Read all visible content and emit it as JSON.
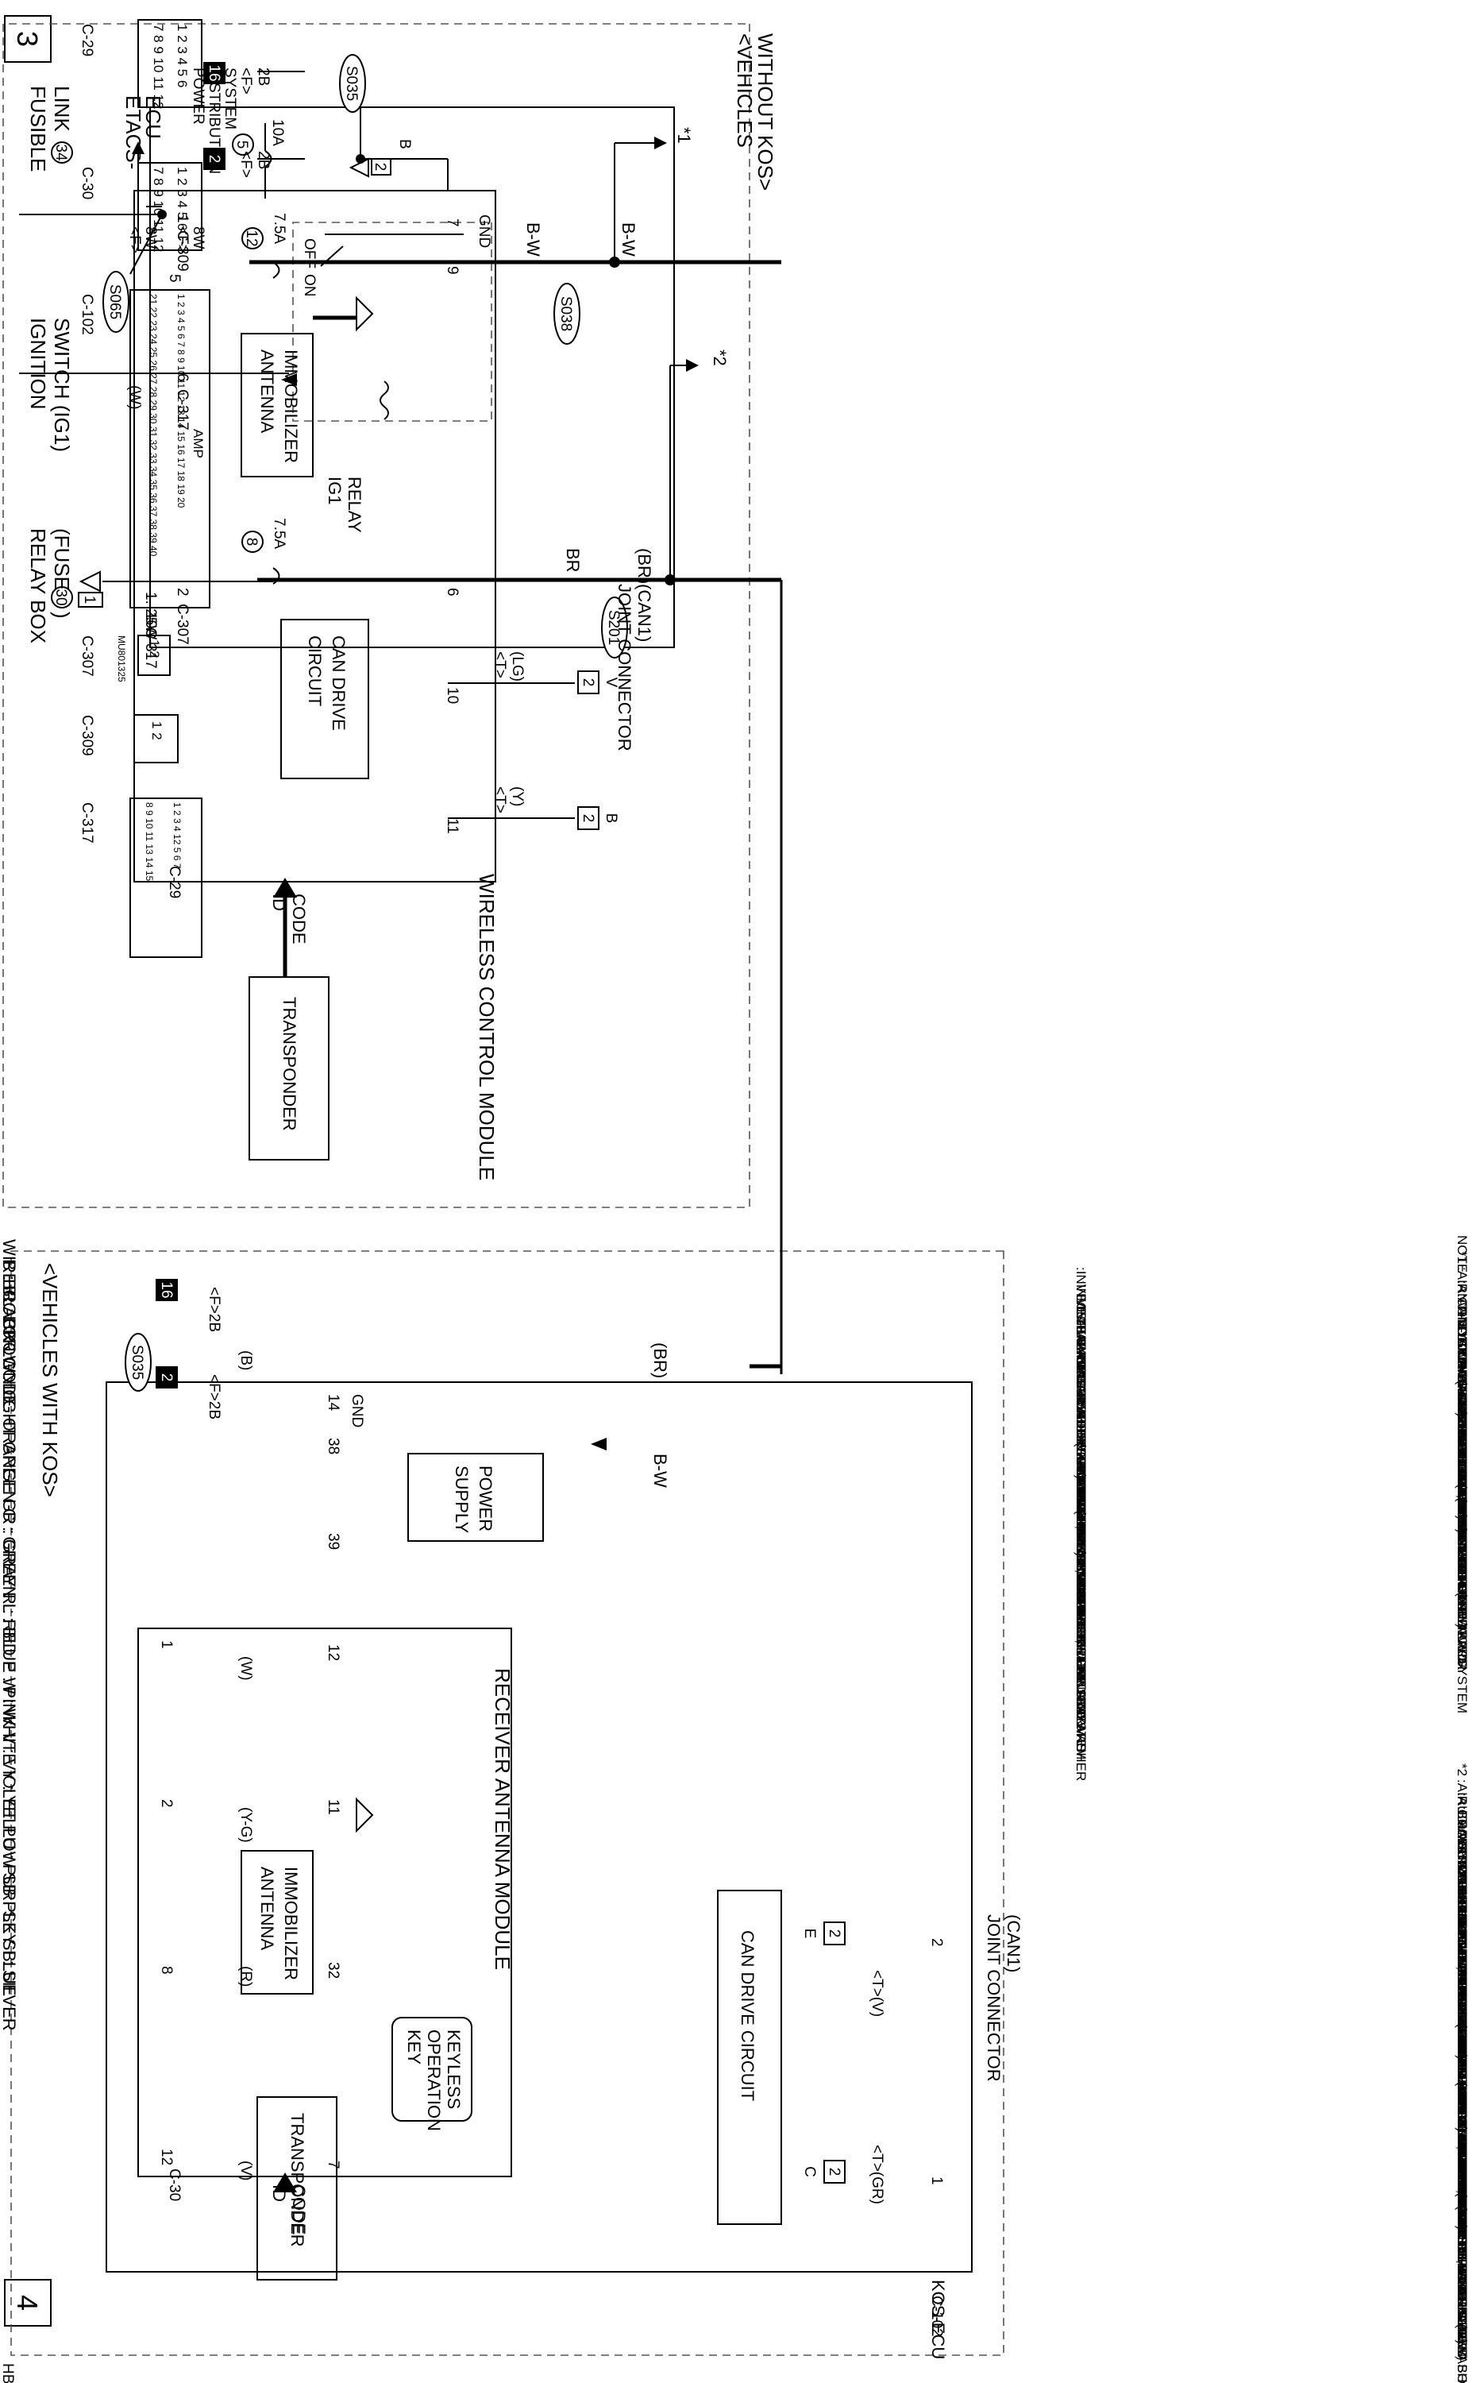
{
  "page_numbers": {
    "left": "3",
    "right": "4"
  },
  "figure_code": "HBG15M08BC",
  "ecu": {
    "name_1": "ETACS-",
    "name_2": "ECU"
  },
  "power_dist": {
    "l1": "POWER",
    "l2": "DISTRIBUTION",
    "l3": "SYSTEM"
  },
  "sources": {
    "fusible_link": {
      "l1": "FUSIBLE",
      "l2": "LINK",
      "num": "34"
    },
    "ignition_switch": {
      "l1": "IGNITION",
      "l2": "SWITCH (IG1)"
    },
    "relay_box": {
      "l1": "RELAY BOX",
      "l2": "(FUSE",
      "num": "30",
      "l2_end": ")"
    }
  },
  "fuses": {
    "f5": "5",
    "f5_amp": "10A",
    "f12": "12",
    "f12_amp": "7.5A",
    "f8": "8",
    "f8_amp": "7.5A"
  },
  "relay": {
    "off": "OFF",
    "on": "ON",
    "l1": "IG1",
    "l2": "RELAY"
  },
  "connectors": {
    "c309": "C-309",
    "c317": "C-317",
    "c307": "C-307",
    "c29": "C-29",
    "c30": "C-30",
    "c102": "C-102",
    "c307_mfr": "MU801325",
    "amp": "AMP"
  },
  "pins": {
    "p1": "1",
    "p6": "6",
    "p2": "2",
    "p5": "5",
    "p10": "10",
    "p7": "7",
    "p9": "9",
    "p11": "11",
    "p12": "12",
    "p14": "14",
    "p38": "38",
    "p39": "39",
    "p32": "32",
    "p8": "8"
  },
  "wires": {
    "fw8": "<F>",
    "w8": "8W",
    "fw8b": "<F>",
    "w8b": "8W",
    "w": "(W)",
    "w125": "1. 25W",
    "bw": "B-W",
    "br": "BR",
    "br_p": "(BR)",
    "b": "B",
    "b_p": "(B)",
    "f2b": "<F>",
    "v2b": "2B",
    "f2b_a": "<F>2B",
    "f2b_b": "<F>2B",
    "t_lg": "<T>",
    "lg": "(LG)",
    "t_y": "<T>",
    "y": "(Y)",
    "t_v": "<T>(V)",
    "t_gr": "<T>(GR)",
    "w_p": "(W)",
    "yg_p": "(Y-G)",
    "r_p": "(R)",
    "v_p": "(V)"
  },
  "splices": {
    "s065": "S065",
    "s038": "S038",
    "s201": "S201",
    "s035a": "S035",
    "s035b": "S035"
  },
  "grounds": {
    "g16a": "16",
    "g2a": "2",
    "g16b": "16",
    "g2b": "2",
    "gnd": "GND",
    "gnd2": "GND"
  },
  "markers": {
    "star1": "*1",
    "star2": "*2"
  },
  "joint_labels": {
    "j1": "1",
    "j2": "2",
    "ja": "2",
    "jb": "2",
    "jv": "V",
    "jb2": "B",
    "jc": "2",
    "jd": "2",
    "je": "E",
    "jf": "C"
  },
  "top_section": {
    "vehicles_without": {
      "l1": "<VEHICLES",
      "l2": "WITHOUT KOS>"
    },
    "module": "WIRELESS CONTROL MODULE",
    "immobilizer": {
      "l1": "IMMOBILIZER",
      "l2": "ANTENNA"
    },
    "can_drive": {
      "l1": "CAN DRIVE",
      "l2": "CIRCUIT"
    },
    "joint_connector": {
      "l1": "JOINT CONNECTOR",
      "l2": "(CAN1)"
    },
    "id_code": {
      "l1": "ID",
      "l2": "CODE"
    },
    "transponder": "TRANSPONDER"
  },
  "bottom_section": {
    "vehicles_with": "<VEHICLES WITH KOS>",
    "kos_ecu": "KOS-ECU",
    "power_supply": {
      "l1": "POWER",
      "l2": "SUPPLY"
    },
    "can_drive": "CAN DRIVE CIRCUIT",
    "joint_connector": {
      "l1": "JOINT CONNECTOR",
      "l2": "(CAN1)"
    },
    "receiver": "RECEIVER ANTENNA MODULE",
    "immobilizer": {
      "l1": "IMMOBILIZER",
      "l2": "ANTENNA"
    },
    "id_code": {
      "l1": "ID",
      "l2": "CODE"
    },
    "transponder": "TRANSPONDER",
    "keyless": {
      "l1": "KEYLESS",
      "l2": "OPERATION",
      "l3": "KEY"
    }
  },
  "connector_tables": {
    "c29_rows": [
      "1 2 3 4 5 6",
      "7 8 9 10 11 12"
    ],
    "c30_rows": [
      "1 2 3 4 5 6",
      "7 8 9 10 11 12"
    ],
    "c102_rows": [
      "1 2 3 4 5 6 7 8 9 10 11 12 13 14 15 16 17 18 19 20",
      "21 22 23 24 25 26 27 28 29 30 31 32 33 34 35 36 37 38 39 40"
    ],
    "c307_rows": [
      "1 2"
    ],
    "c309_rows": [
      "1 2"
    ],
    "c317_rows": [
      "1 2 3 4   12   5 6 7",
      "8 9 10 11        13 14 15"
    ]
  },
  "notes": {
    "title": "NOTE",
    "star1": "*1",
    "list1_col1": [
      ":AIR CONDITIONING SYSTEM",
      ":ANTI-LOCK BRAKING SYSTEM (ABS)",
      ":ANTI-LOCK BRAKING SYSTEM (ABS)",
      " AND ACTIVE STABILITY CONTROL",
      " SYSTEM (ASC)",
      ":BRAKE WARNING LIGHT, FUEL",
      " WARNING LIGHT AND OIL PRESSURE",
      " WARNING LIGHT",
      ":CHARGING SYSTEM",
      ":COOLING SYSTEM",
      ":CRUISE CONTROL SYSTEM",
      ":DAYTIME RUNNING LIGHT (DRL)",
      ":DOOR AJAR WARNING TONE ALARM",
      ":ELECTRONIC CONTROLLED AWD",
      ":FOG LIGHT",
      ":GLOVE BOX LIGHT",
      ":HANDS-FREE INTERFACE SYSTEM",
      ":HEADLIGHT",
      ":HEATED DOOR MIRROR",
      ":HEATED SEAT"
    ],
    "list1_col2": [
      ":INVECS-II 6AT",
      ":INVECS-III CVT",
      ":METER AND GAUGE",
      ":MFI SYSTEM",
      ":PARKING BRAKE REMINDER TONE",
      " ALARM",
      ":REAR WINDOW DEFOGGER",
      ":REAR WIPER AND WASHER",
      ":S-AWC",
      ":SEAT BELT WARNING TONE ALARM",
      ":SHIFT LOCK MECHANISM",
      ":SUNROOF",
      ":SUPPLEMENTAL RESTRAINT SYSTEM",
      " (SRS)",
      ":TAILLIGHT, POSITION LIGHT, REAR SIDE",
      " MARKER LIGHT, LICENSE PLATE LIGHT",
      " AND LIGHTING MONITOR TONE ALARM",
      ":TIRE PRESSURE MONITORING SYSTEM",
      " (TPMS)",
      ":TURN-SIGNAL LIGHT AND HAZARD",
      " WARNING LIGHT",
      ":WINDSHIELD WIPER AND WASHER"
    ],
    "star2": "*2",
    "list2": [
      ":AIR CONDITIONING SYSTEM",
      ":AUDIO SYSTEM",
      ":BRAKE WARNING LIGHT, FUEL",
      " WARNING LIGHT AND OIL PRESSURE",
      " WARNING LIGHT",
      ":DAYTIME RUNNING LIGHT (DRL)",
      ":DOME LIGHT",
      ":LUGGAGE COMPARTMENT",
      " LIGHT AND IGNITION KEY",
      " HOLE ILLUMINATION LIGHT",
      ":FOG LIGHT",
      ":GLOVE BOX LIGHT",
      ":HEADLIGHT",
      ":HEADLIGHT MANUAL LEVELING SYSTEM",
      ":IGNITION KEY REMINDER TONE ALARM",
      ":KEYLESS OPERATION SYSTEM (KOS)",
      ":METER AND GAUGE",
      ":MITSUBISHI MULTI-COMMUNICATION",
      " SYSTEM (MMCS)",
      ":REAR SEAT ENTERTAINMENT SYSTEM",
      ":REAR WIPER AND WASHER",
      ":SPARE CONNECTOR (FOR REAR DISPLAY)",
      ":TAILLIGHT, POSITION LIGHT, REAR SIDE",
      " MARKER LIGHT, LICENSE PLATE LIGHT",
      " AND LIGHTING MONITOR TONE ALARM",
      ":THEFT-ALARM SYSTEM",
      ":TURN-SIGNAL LIGHT AND HAZARD",
      " WARNING LIGHT",
      ":UNIVERSAL SERIAL BUS (USB) BOX",
      ":WINDSHIELD WIPER AND WASHER"
    ]
  },
  "wire_color_code": {
    "title": "WIRE COLOR CODE",
    "row1": "B : BLACK    LG : LIGHT GREEN    G : GREEN    L : BLUE    W : WHITE    Y : YELLOW    SB : SKY BLUE",
    "row2": "BR : BROWN    O : ORANGE    GR : GRAY    R : RED    P : PINK    V : VIOLET    PU : PURPLE    SI : SILVER"
  }
}
